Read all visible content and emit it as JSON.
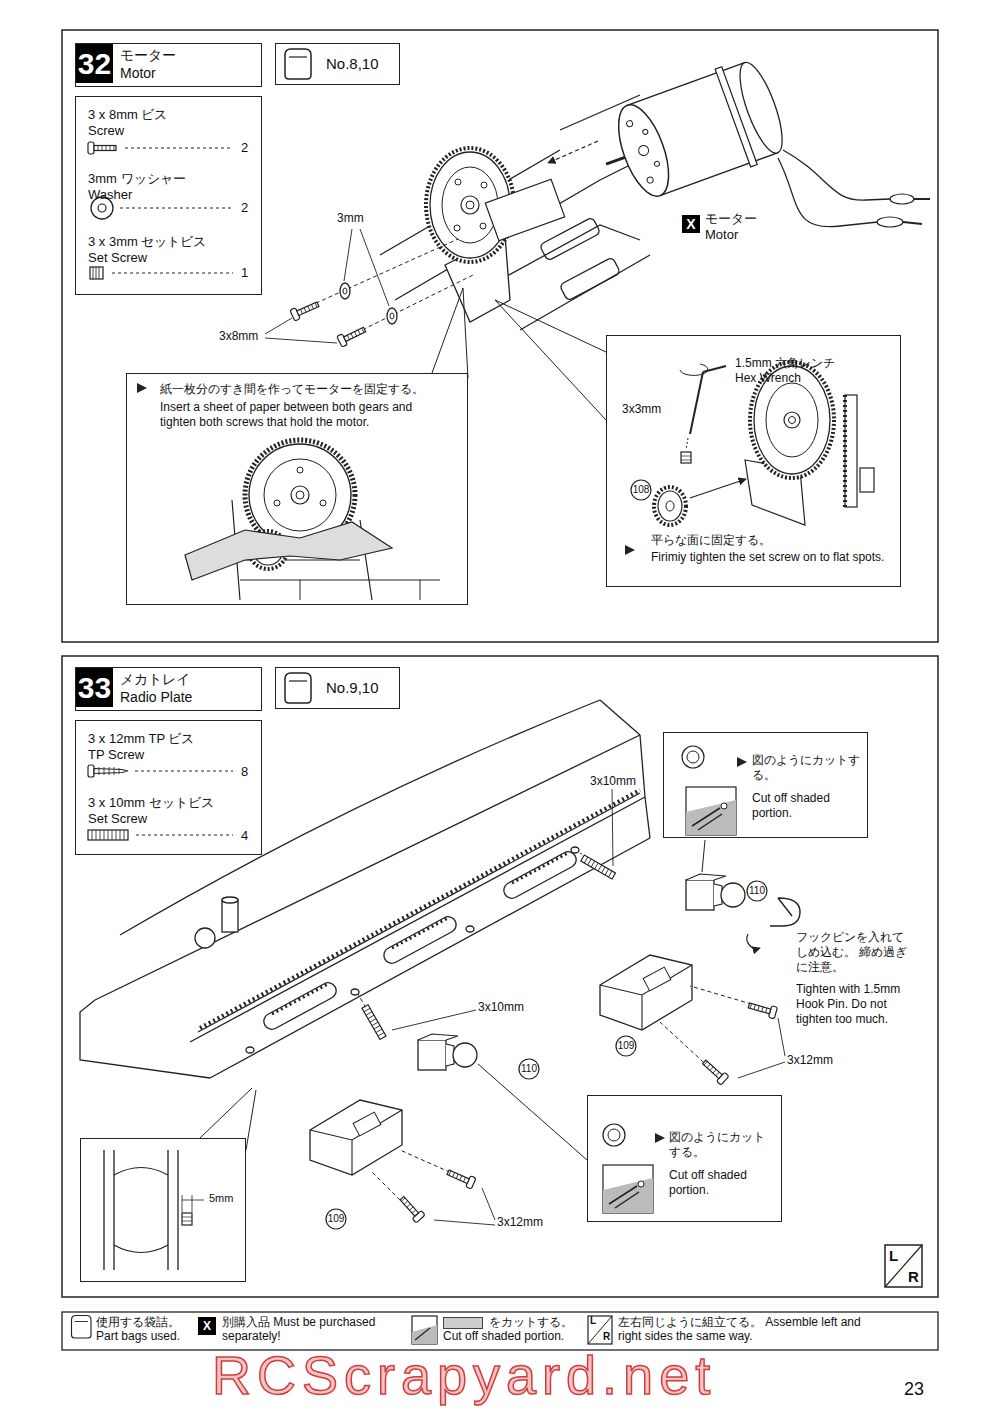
{
  "diagram": {
    "nodes": [
      {
        "text": [
          "32",
          "モーター Motor"
        ]
      },
      {
        "text": [
          "No.8,10"
        ]
      },
      {
        "text": [
          "3 x 8mm ビス Screw",
          "2",
          "3mm ワッシャー Washer",
          "2",
          "3 x 3mm セットビス Set Screw",
          "1"
        ]
      },
      {
        "text": [
          "紙一枚分のすき間を作ってモーターを固定する。",
          "Insert a sheet of paper between both gears and tighten both screws that hold the motor."
        ]
      },
      {
        "text": [
          "平らな面に固定する。",
          "Firimiy tighten the set screw on to flat spots."
        ]
      },
      {
        "text": [
          "33",
          "メカトレイ Radio Plate"
        ]
      },
      {
        "text": [
          "No.9,10"
        ]
      },
      {
        "text": [
          "3 x 12mm TP ビス TP Screw",
          "8",
          "3 x 10mm セットビス Set Screw",
          "4"
        ]
      },
      {
        "text": [
          "図のようにカットする。",
          "Cut off shaded portion."
        ]
      },
      {
        "text": [
          "図のようにカットする。",
          "Cut off shaded portion."
        ]
      },
      {
        "text": [
          "5mm"
        ]
      }
    ],
    "labels": [
      "3mm",
      "3x8mm",
      "X",
      "モーター Motor",
      "1.5mm 六角レンチ Hex Wrench",
      "3x3mm",
      "108",
      "3x10mm",
      "110",
      "フックピンを入れてしめ込む。 締め過ぎに注意。",
      "Tighten with 1.5mm Hook Pin. Do not tighten too much.",
      "109",
      "3x12mm",
      "3x10mm",
      "110",
      "109",
      "3x12mm",
      "L",
      "R",
      "X",
      "L",
      "R",
      "23",
      "RCScrapyard.net"
    ],
    "legend": [
      {
        "text": "使用する袋詰。 Part bags used."
      },
      {
        "text": "別購入品 Must be purchased separately!"
      },
      {
        "text": "をカットする。 Cut off shaded portion.",
        "color": "#cccccc"
      },
      {
        "text": "左右同じように組立てる。 Assemble left and right sides the same way."
      }
    ]
  }
}
